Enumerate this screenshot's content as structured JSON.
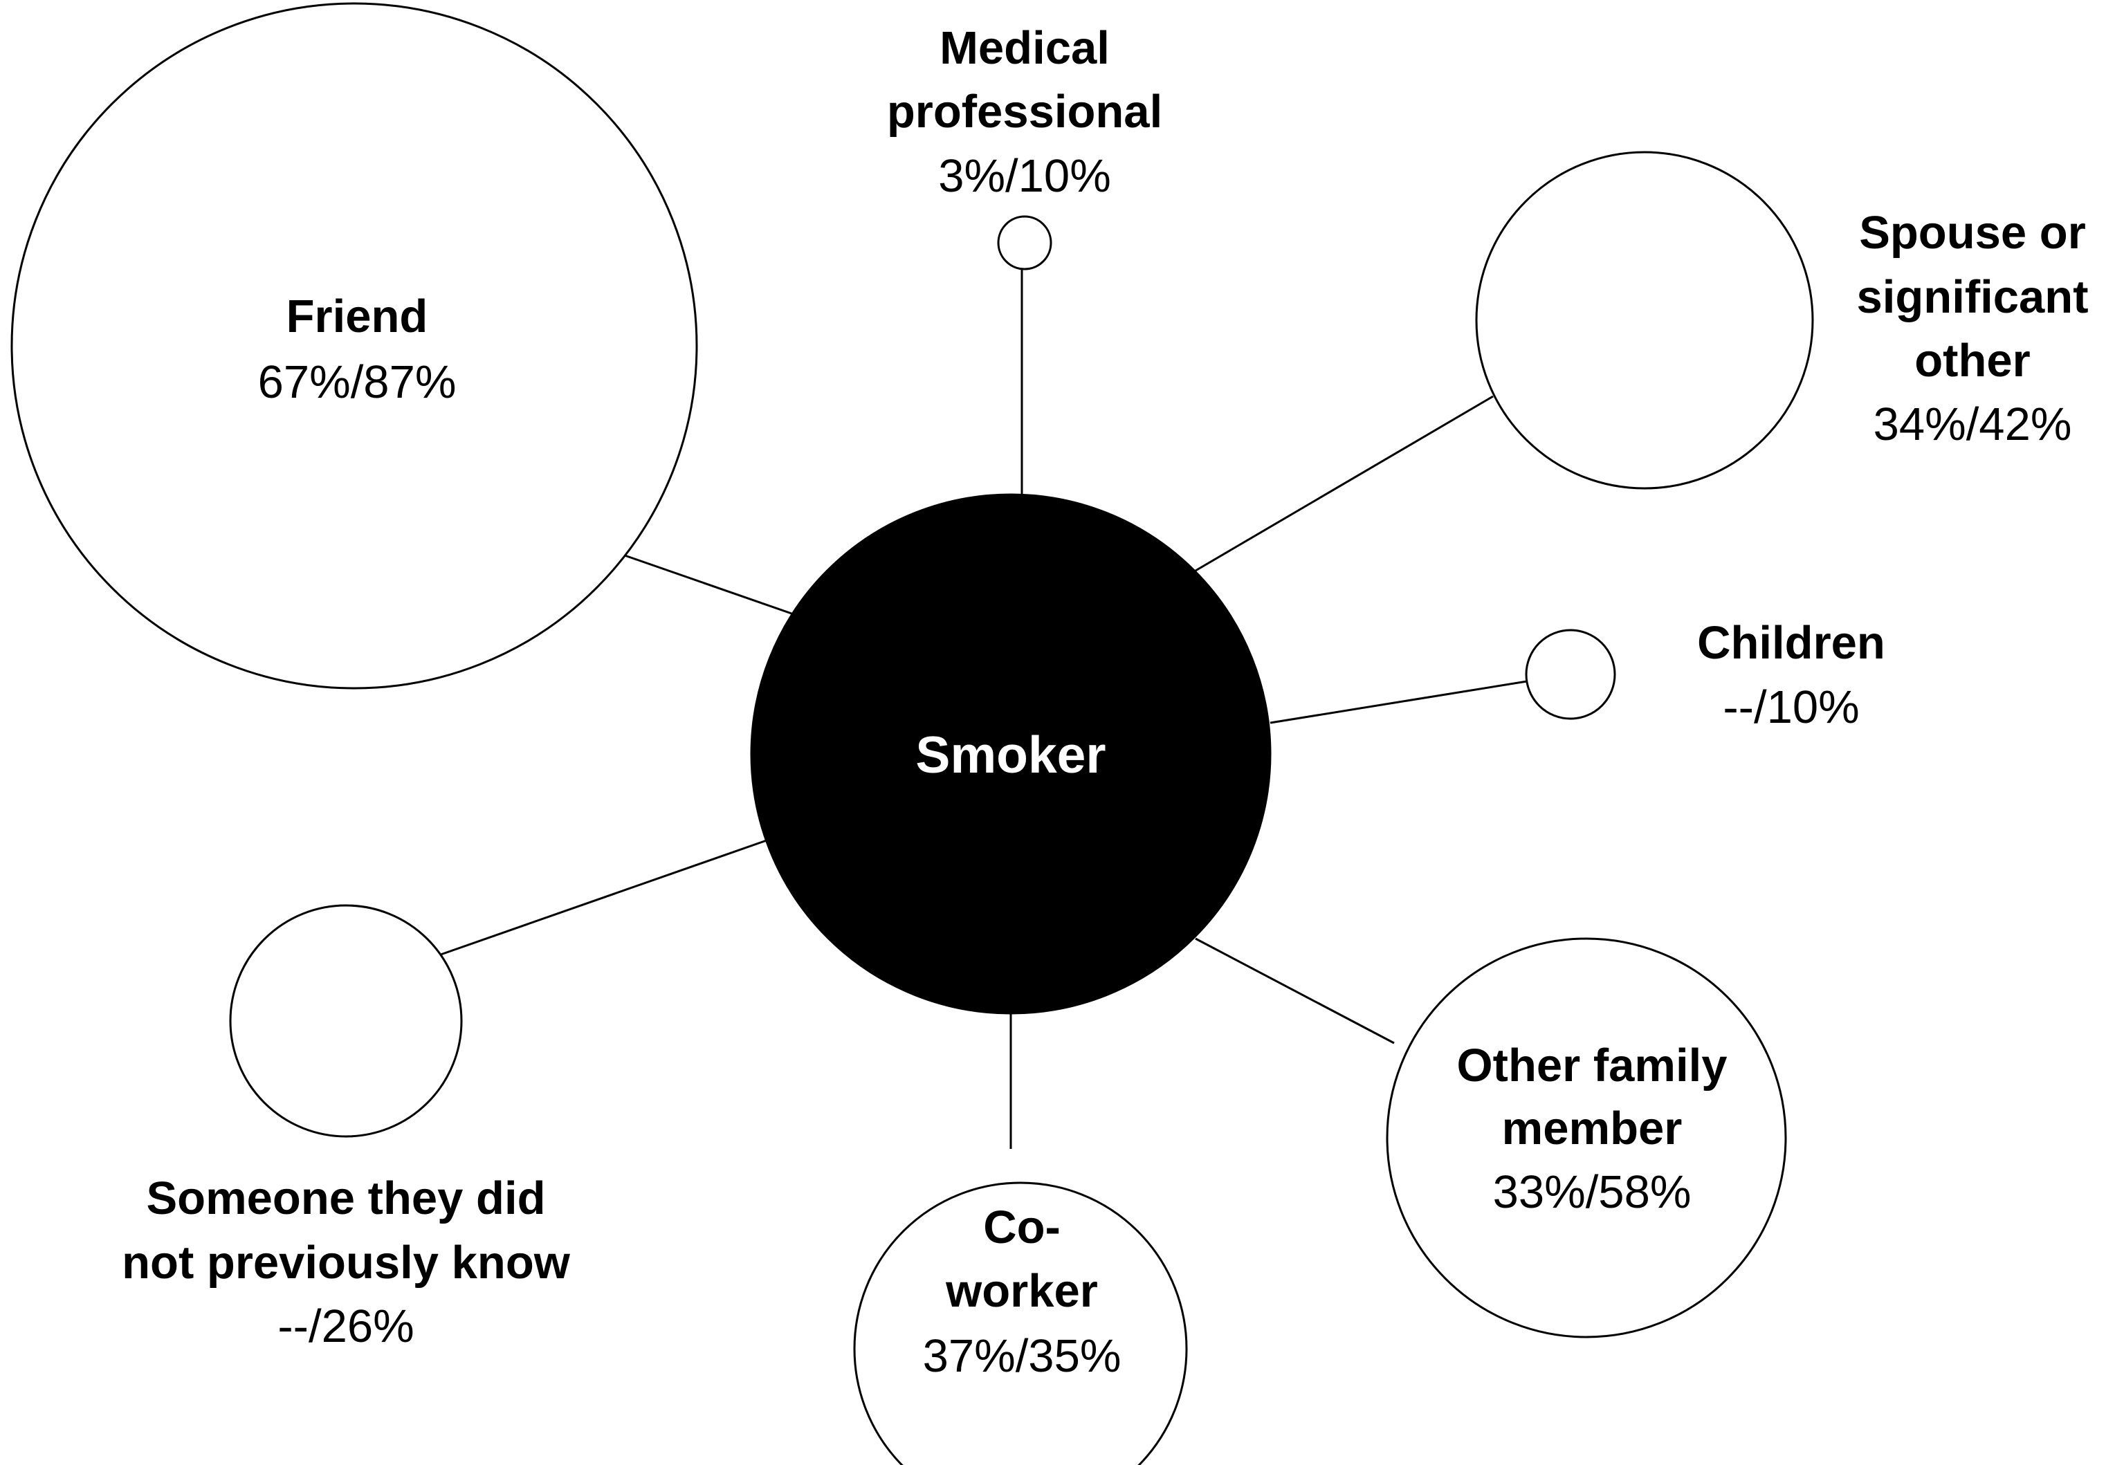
{
  "center": {
    "label": "Smoker",
    "fill_color": "#000000",
    "text_color": "#ffffff"
  },
  "nodes": {
    "friend": {
      "name_lines": [
        "Friend"
      ],
      "value": "67%/87%"
    },
    "medical": {
      "name_lines": [
        "Medical",
        "professional"
      ],
      "value": "3%/10%"
    },
    "spouse": {
      "name_lines": [
        "Spouse or",
        "significant",
        "other"
      ],
      "value": "34%/42%"
    },
    "children": {
      "name_lines": [
        "Children"
      ],
      "value": "--/10%"
    },
    "family": {
      "name_lines": [
        "Other family",
        "member"
      ],
      "value": "33%/58%"
    },
    "coworker": {
      "name_lines": [
        "Co-",
        "worker"
      ],
      "value": "37%/35%"
    },
    "stranger": {
      "name_lines": [
        "Someone they did",
        "not previously know"
      ],
      "value": "--/26%"
    }
  }
}
